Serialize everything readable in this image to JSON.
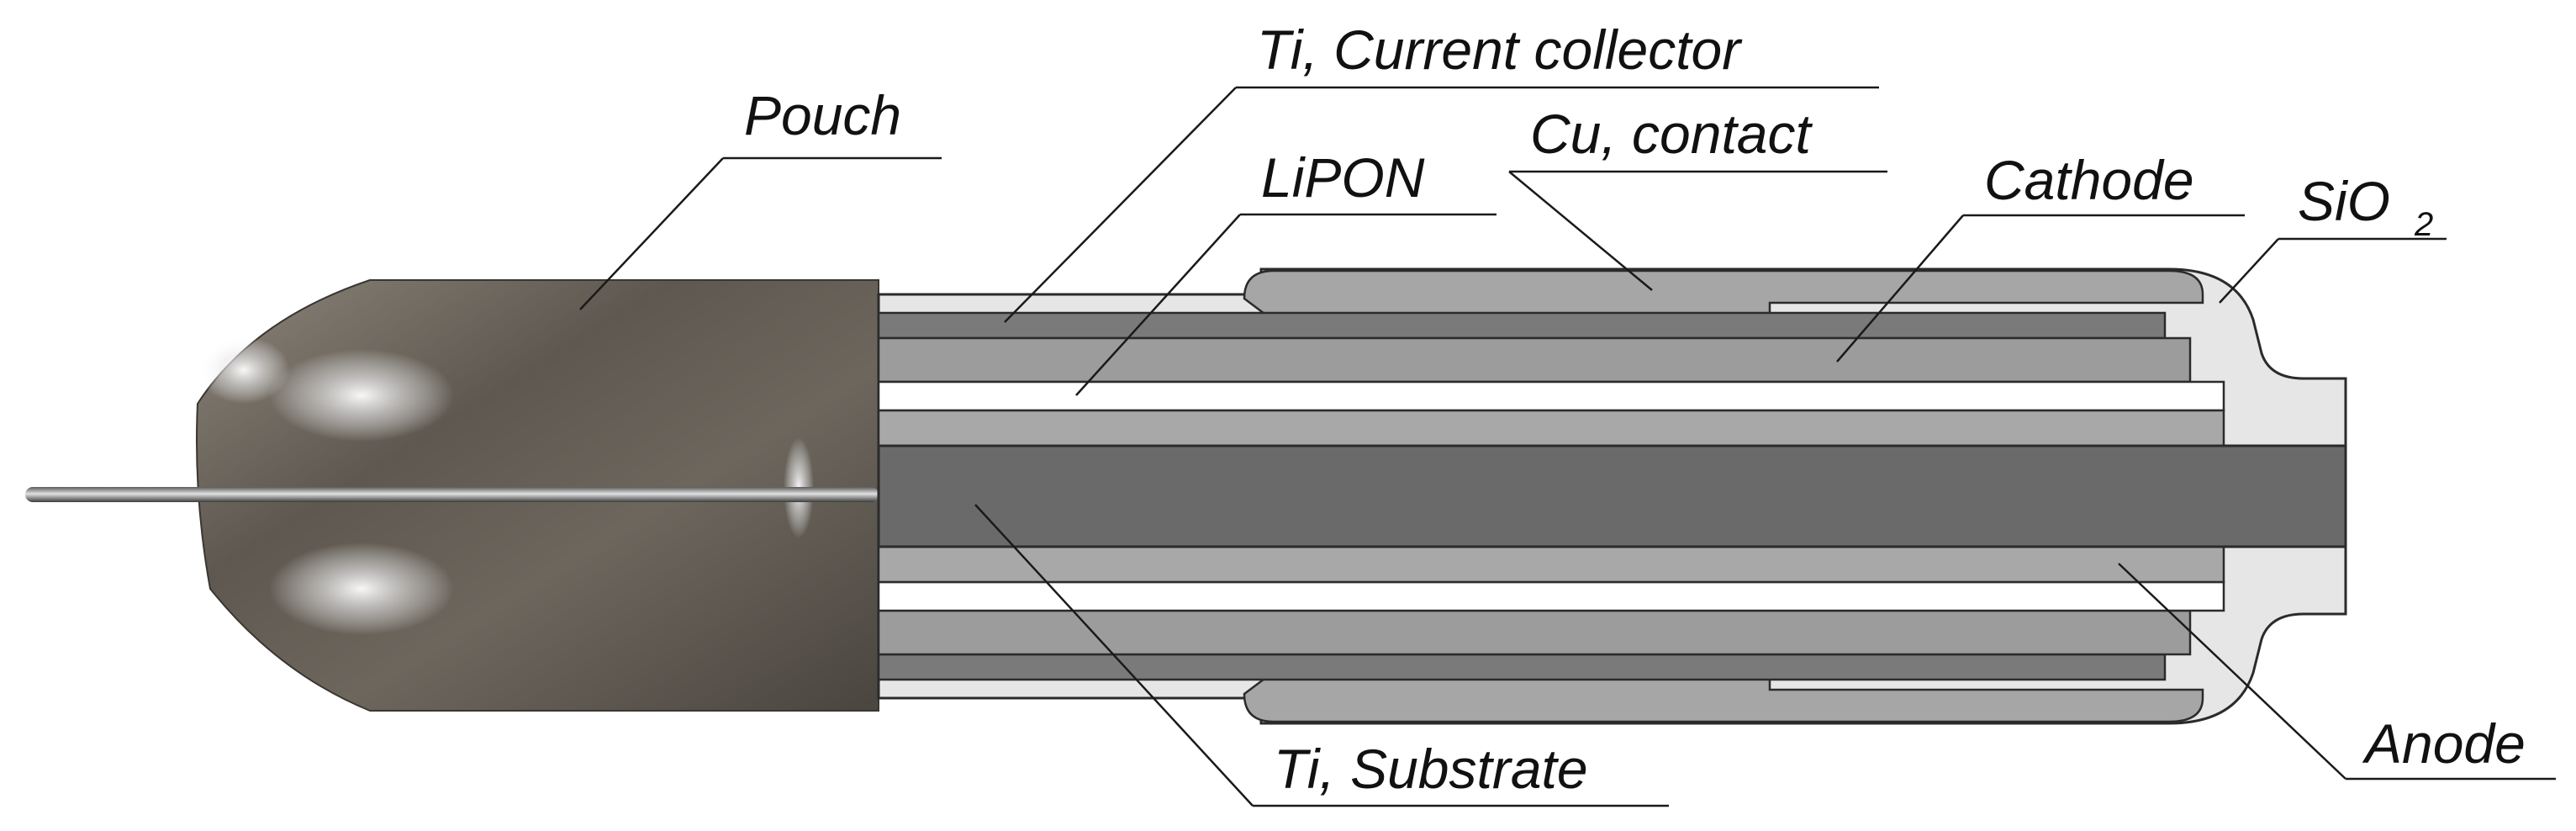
{
  "labels": {
    "pouch": "Pouch",
    "ti_current_collector": "Ti, Current collector",
    "cu_contact": "Cu, contact",
    "lipon": "LiPON",
    "cathode": "Cathode",
    "sio2_main": "SiO",
    "sio2_sub": "2",
    "anode": "Anode",
    "ti_substrate": "Ti, Substrate"
  },
  "colors": {
    "pouch_metal": "#6e6860",
    "wire": "#9a9a9a",
    "sio2": "#e6e6e6",
    "cu_contact": "#a6a6a6",
    "ti_collector": "#7a7a7a",
    "cathode": "#9c9c9c",
    "lipon": "#ffffff",
    "anode": "#a8a8a8",
    "substrate": "#6a6a6a",
    "outline": "#2b2b2b"
  }
}
